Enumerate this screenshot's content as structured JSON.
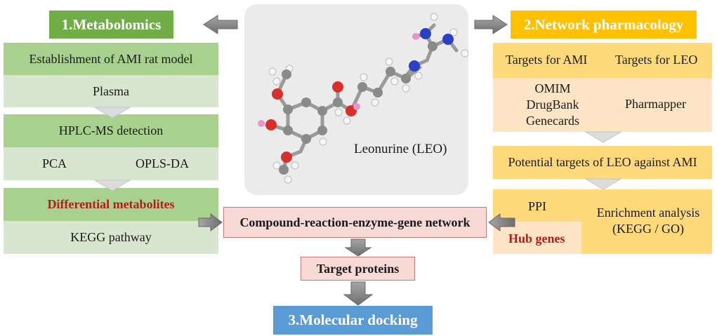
{
  "metabolomics": {
    "title": "1.Metabolomics",
    "steps": [
      "Establishment of AMI rat model",
      "Plasma",
      "HPLC-MS detection",
      "PCA",
      "OPLS-DA",
      "Differential metabolites",
      "KEGG pathway"
    ]
  },
  "center": {
    "molecule_caption": "Leonurine (LEO)",
    "network_label": "Compound-reaction-enzyme-gene network",
    "target_label": "Target proteins",
    "docking_title": "3.Molecular docking"
  },
  "network_pharmacology": {
    "title": "2.Network pharmacology",
    "targets_ami": "Targets for AMI",
    "targets_leo": "Targets for LEO",
    "databases_ami": "OMIM\nDrugBank\nGenecards",
    "databases_leo": "Pharmapper",
    "potential": "Potential targets of LEO against AMI",
    "ppi": "PPI",
    "enrichment": "Enrichment analysis\n(KEGG / GO)",
    "hub_genes": "Hub genes"
  },
  "colors": {
    "metabolomics_header": "#70ad47",
    "network_header": "#ffc000",
    "docking_header": "#5b9bd5",
    "highlight_text": "#b01e1e",
    "arrow": "#8c8c8c"
  }
}
